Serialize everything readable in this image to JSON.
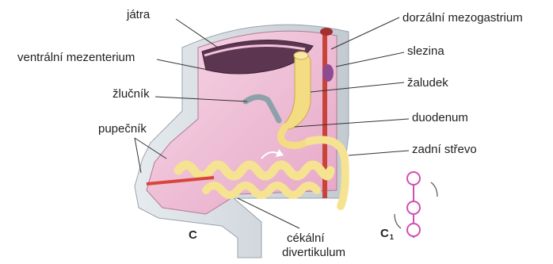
{
  "labels": {
    "jatra": "játra",
    "ventralni_mezenterium": "ventrální mezenterium",
    "zlucnik": "žlučník",
    "pupecnik": "pupečník",
    "cekalni_line1": "cékální",
    "cekalni_line2": "divertikulum",
    "dorzalni_mezogastrium": "dorzální mezogastrium",
    "slezina": "slezina",
    "zaludek": "žaludek",
    "duodenum": "duodenum",
    "zadni_strevo": "zadní střevo"
  },
  "panels": {
    "main": "C",
    "inset_letter": "C",
    "inset_sub": "1"
  },
  "colors": {
    "tissue_pink": "#f2c9dc",
    "cavity_pink": "#e9a6c7",
    "liver_dark": "#5c3550",
    "stomach_yellow": "#f4dc82",
    "intestine_yellow": "#f6e391",
    "artery_red": "#d9443b",
    "wall_gray": "#d7dde2",
    "spleen_purple": "#8d4c8f",
    "inset_magenta": "#d14fb3"
  }
}
